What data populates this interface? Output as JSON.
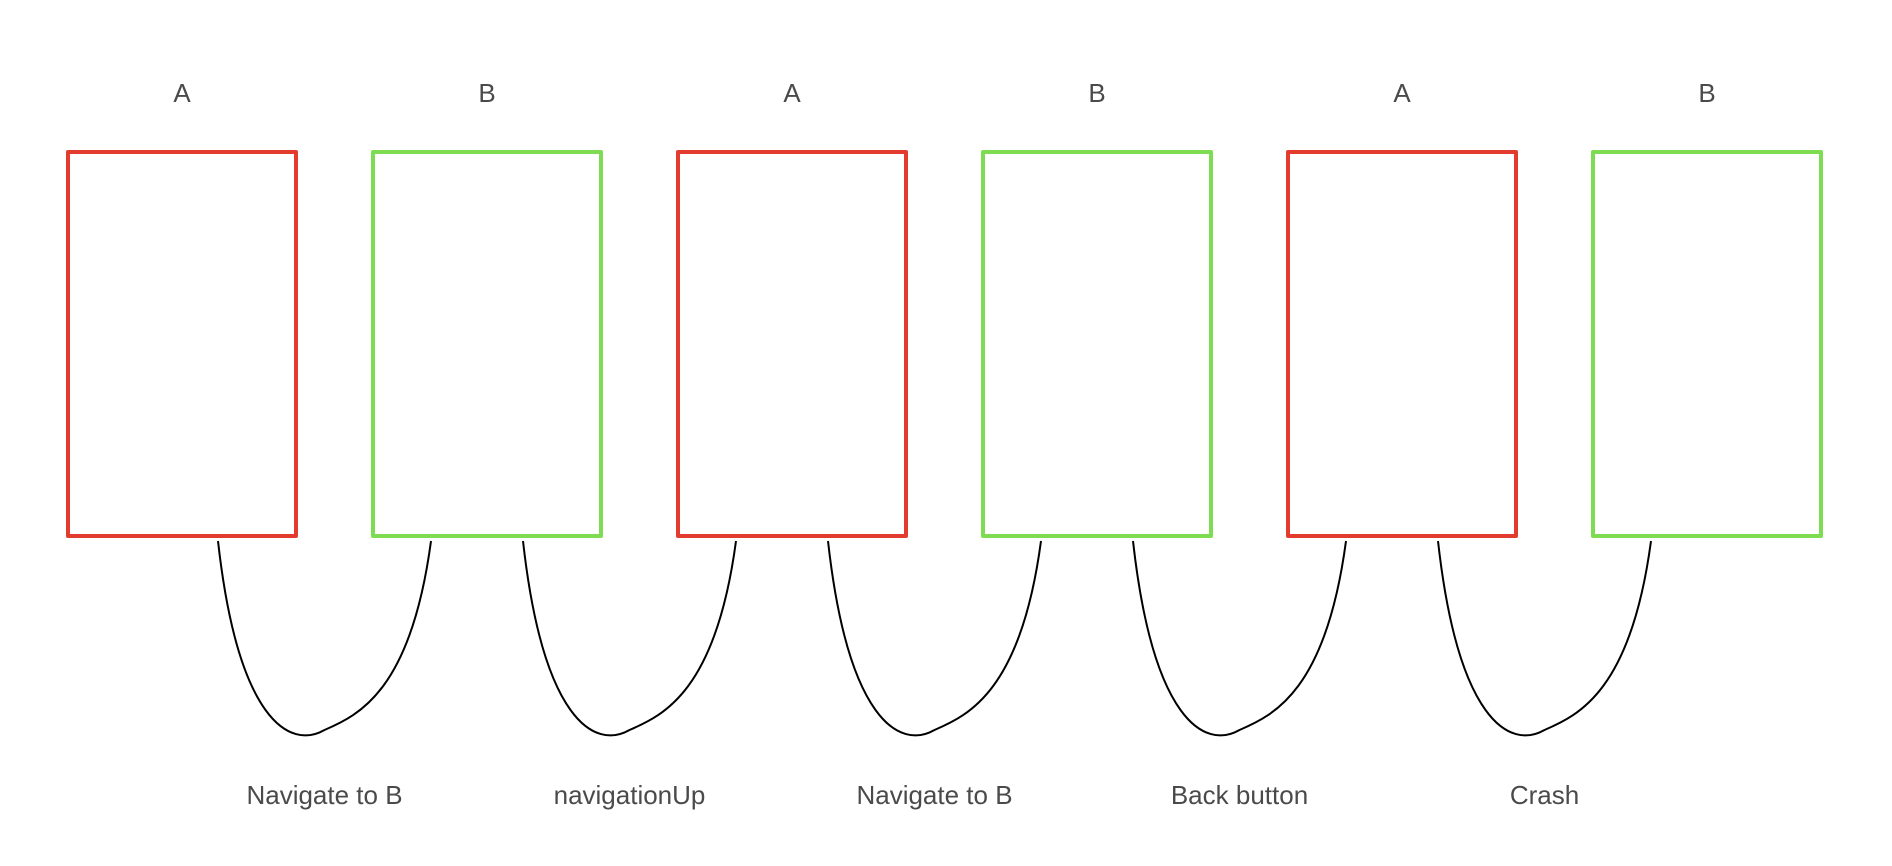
{
  "colors": {
    "screen_a": "#e33b2e",
    "screen_b": "#7ddc52",
    "connector": "#000000",
    "text": "#4a4a4a"
  },
  "screens": [
    {
      "label": "A",
      "color_key": "screen_a"
    },
    {
      "label": "B",
      "color_key": "screen_b"
    },
    {
      "label": "A",
      "color_key": "screen_a"
    },
    {
      "label": "B",
      "color_key": "screen_b"
    },
    {
      "label": "A",
      "color_key": "screen_a"
    },
    {
      "label": "B",
      "color_key": "screen_b"
    }
  ],
  "transitions": [
    {
      "label": "Navigate to B"
    },
    {
      "label": "navigationUp"
    },
    {
      "label": "Navigate to B"
    },
    {
      "label": "Back button"
    },
    {
      "label": "Crash"
    }
  ]
}
